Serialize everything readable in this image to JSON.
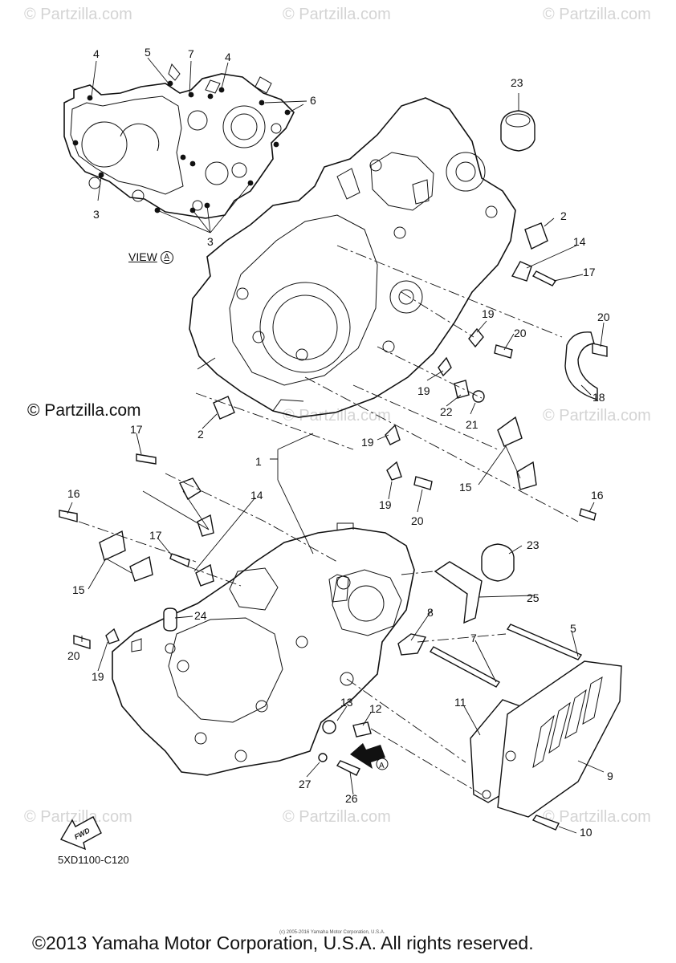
{
  "watermark": "© Partzilla.com",
  "site_mark": "© Partzilla.com",
  "view_label": {
    "text": "VIEW",
    "ref": "A"
  },
  "arrow_ref": "A",
  "fwd_label": "FWD",
  "figure_code": "5XD1100-C120",
  "tiny_note": "(c) 2005-2016 Yamaha Motor Corporation, U.S.A.",
  "copyright": "©2013 Yamaha Motor Corporation, U.S.A. All rights reserved.",
  "callouts": [
    "4",
    "5",
    "7",
    "4",
    "6",
    "3",
    "3",
    "23",
    "2",
    "14",
    "17",
    "20",
    "18",
    "19",
    "20",
    "19",
    "22",
    "21",
    "2",
    "17",
    "16",
    "14",
    "15",
    "19",
    "19",
    "20",
    "15",
    "16",
    "1",
    "17",
    "24",
    "23",
    "25",
    "8",
    "5",
    "7",
    "20",
    "19",
    "13",
    "12",
    "11",
    "9",
    "27",
    "26",
    "10"
  ]
}
